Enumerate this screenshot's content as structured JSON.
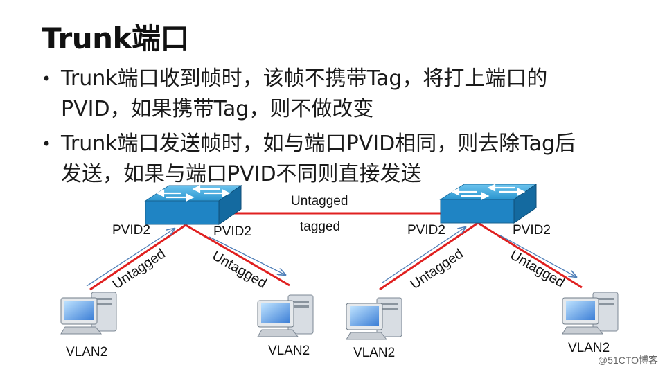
{
  "slide": {
    "title": "Trunk端口",
    "bullets": [
      "Trunk端口收到帧时，该帧不携带Tag，将打上端口的PVID，如果携带Tag，则不做改变",
      "Trunk端口发送帧时，如与端口PVID相同，则去除Tag后发送，如果与端口PVID不同则直接发送"
    ],
    "bullet_lines": [
      [
        "Trunk端口收到帧时，该帧不携带Tag，将打上端口的",
        "PVID，如果携带Tag，则不做改变"
      ],
      [
        "Trunk端口发送帧时，如与端口PVID相同，则去除Tag后",
        "发送，如果与端口PVID不同则直接发送"
      ]
    ]
  },
  "diagram": {
    "trunk_link": {
      "label_top": "Untagged",
      "label_bottom": "tagged"
    },
    "switch_left": {
      "port_left": "PVID2",
      "port_right": "PVID2"
    },
    "switch_right": {
      "port_left": "PVID2",
      "port_right": "PVID2"
    },
    "access_links": [
      "Untagged",
      "Untagged",
      "Untagged",
      "Untagged"
    ],
    "hosts": [
      "VLAN2",
      "VLAN2",
      "VLAN2",
      "VLAN2"
    ],
    "colors": {
      "link": "#e02020",
      "switch_top": "#3fa9dd",
      "switch_side": "#1f77b4",
      "arrow": "#4f7fb8"
    }
  },
  "watermark": "@51CTO博客"
}
